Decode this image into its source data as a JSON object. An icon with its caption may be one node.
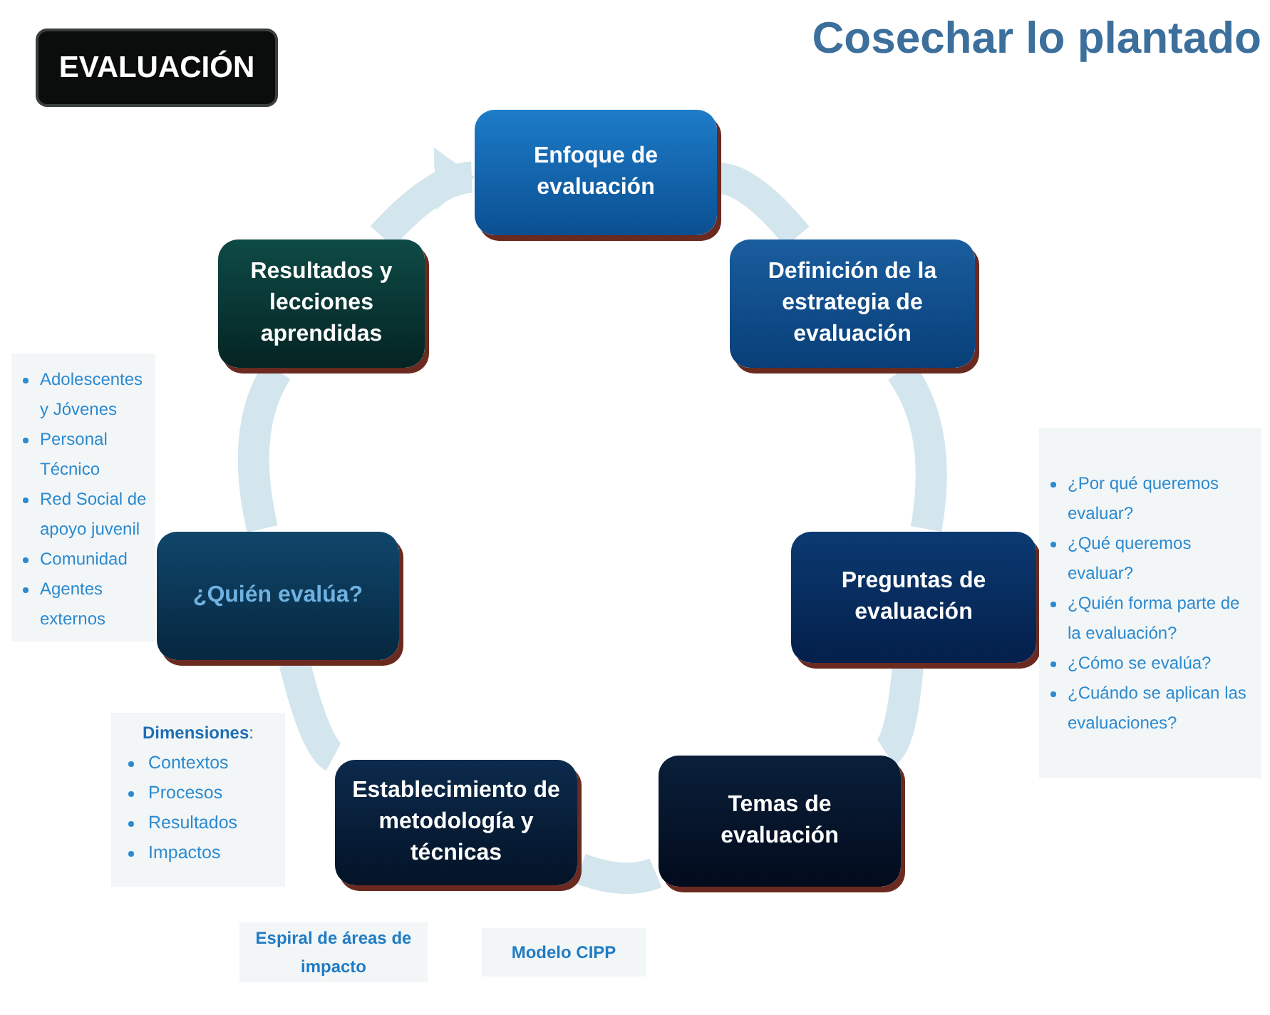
{
  "diagram": {
    "title": "Cosechar lo plantado",
    "nodes": [
      {
        "text": [
          "EVALUACIÓN"
        ]
      },
      {
        "text": [
          "Enfoque de evaluación"
        ]
      },
      {
        "text": [
          "Definición de la estrategia de evaluación"
        ]
      },
      {
        "text": [
          "Preguntas de evaluación"
        ]
      },
      {
        "text": [
          "Temas de evaluación"
        ]
      },
      {
        "text": [
          "Establecimiento de metodología y técnicas"
        ]
      },
      {
        "text": [
          "¿Quién evalúa?"
        ]
      },
      {
        "text": [
          "Resultados y lecciones aprendidas"
        ]
      },
      {
        "text": [
          "Adolescentes y Jóvenes",
          "Personal Técnico",
          "Red Social de apoyo juvenil",
          "Comunidad",
          "Agentes externos"
        ]
      },
      {
        "text": [
          "¿Por qué queremos evaluar?",
          "¿Qué queremos evaluar?",
          "¿Quién forma parte de la evaluación?",
          "¿Cómo se evalúa?",
          "¿Cuándo se aplican las evaluaciones?"
        ]
      },
      {
        "text": [
          "**Dimensiones**:",
          "Contextos",
          "Procesos",
          "Resultados",
          "Impactos"
        ]
      },
      {
        "text": [
          "Espiral de áreas de impacto"
        ]
      },
      {
        "text": [
          "Modelo CIPP"
        ]
      }
    ],
    "edges": [
      {
        "from": 1,
        "to": 2,
        "arrow": "none"
      },
      {
        "from": 2,
        "to": 3,
        "arrow": "none"
      },
      {
        "from": 3,
        "to": 4,
        "arrow": "none"
      },
      {
        "from": 4,
        "to": 5,
        "arrow": "none"
      },
      {
        "from": 5,
        "to": 6,
        "arrow": "none"
      },
      {
        "from": 6,
        "to": 7,
        "arrow": "none"
      },
      {
        "from": 7,
        "to": 1,
        "arrow": "to"
      }
    ]
  }
}
